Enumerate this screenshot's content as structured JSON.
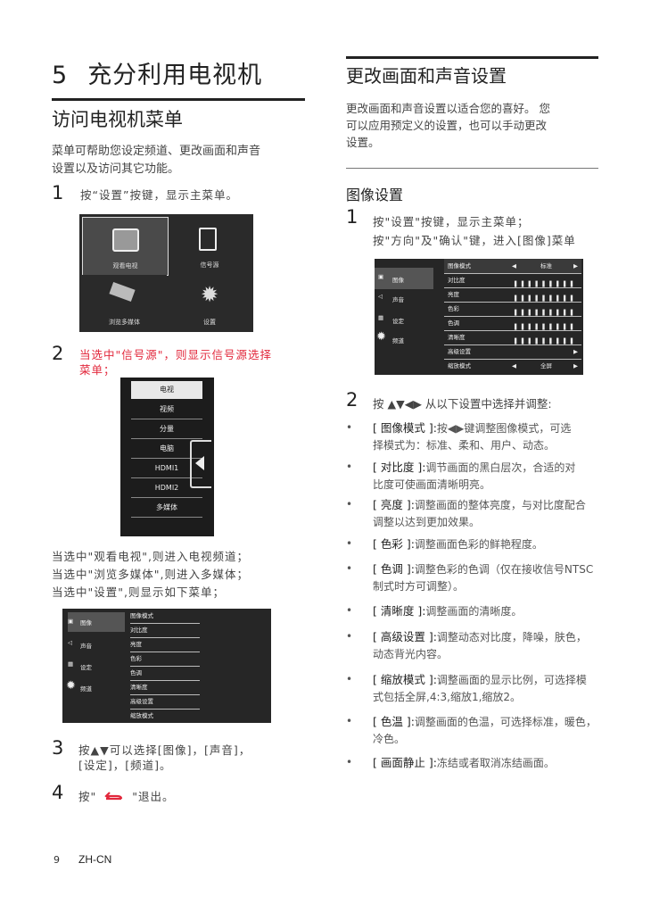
{
  "left": {
    "chapter_number": "5",
    "chapter_title": "充分利用电视机",
    "section_title": "访问电视机菜单",
    "intro": [
      "菜单可帮助您设定频道、更改画面和声音",
      "设置以及访问其它功能。"
    ],
    "step1_num": "1",
    "step1_text": "按“设置”按键，显示主菜单。",
    "home_tiles": [
      "观看电视",
      "信号源",
      "浏览多媒体",
      "设置"
    ],
    "step2_num": "2",
    "step2_lines": [
      "当选中\"信号源\"，则显示信号源选择",
      "菜单；"
    ],
    "source_items": [
      "电视",
      "视频",
      "分量",
      "电脑",
      "HDMI1",
      "HDMI2",
      "多媒体"
    ],
    "select_lines": [
      "当选中\"观看电视\",则进入电视频道；",
      "当选中\"浏览多媒体\",则进入多媒体；",
      "当选中\"设置\",则显示如下菜单；"
    ],
    "settings_menu_left": [
      "图像",
      "声音",
      "设定",
      "频道"
    ],
    "settings_menu_right": [
      "图像模式",
      "对比度",
      "亮度",
      "色彩",
      "色调",
      "清晰度",
      "高级设置",
      "缩放模式"
    ],
    "step3_num": "3",
    "step3_lines": [
      "按▲▼可以选择[图像]，[声音]，",
      "[设定]，[频道]。"
    ],
    "step4_num": "4",
    "step4_prefix": "按\"",
    "step4_suffix": "\"退出。"
  },
  "right": {
    "title": "更改画面和声音设置",
    "intro": [
      "更改画面和声音设置以适合您的喜好。 您",
      "可以应用预定义的设置，也可以手动更改",
      "设置。"
    ],
    "subsection": "图像设置",
    "step1_num": "1",
    "step1_lines": [
      "按\"设置\"按键，显示主菜单；",
      "按\"方向\"及\"确认\"键，进入[图像]菜单"
    ],
    "menu_left": [
      "图像",
      "声音",
      "设定",
      "频道"
    ],
    "menu_rows": [
      {
        "label": "图像模式",
        "value": "标准"
      },
      {
        "label": "对比度",
        "value": "❚❚❚❚❚❚❚❚❚"
      },
      {
        "label": "亮度",
        "value": "❚❚❚❚❚❚❚❚❚"
      },
      {
        "label": "色彩",
        "value": "❚❚❚❚❚❚❚❚❚"
      },
      {
        "label": "色调",
        "value": "❚❚❚❚❚❚❚❚❚"
      },
      {
        "label": "清晰度",
        "value": "❚❚❚❚❚❚❚❚❚"
      },
      {
        "label": "高级设置",
        "value": ""
      },
      {
        "label": "缩放模式",
        "value": "全屏"
      }
    ],
    "step2_num": "2",
    "step2_text": "按 ▲▼◀▶ 从以下设置中选择并调整:",
    "bullets": [
      {
        "kw": "[ 图像模式 ]:",
        "lines": [
          "按◀▶键调整图像模式，可选",
          "择模式为：标准、柔和、用户、动态。"
        ]
      },
      {
        "kw": "[ 对比度 ]:",
        "lines": [
          "调节画面的黑白层次，合适的对",
          "比度可使画面清晰明亮。"
        ]
      },
      {
        "kw": "[ 亮度 ]:",
        "lines": [
          "调整画面的整体亮度，与对比度配合",
          "调整以达到更加效果。"
        ]
      },
      {
        "kw": "[ 色彩 ]:",
        "lines": [
          "调整画面色彩的鲜艳程度。"
        ]
      },
      {
        "kw": "[ 色调 ]:",
        "lines": [
          "调整色彩的色调（仅在接收信号NTSC",
          "制式时方可调整）。"
        ]
      },
      {
        "kw": "[ 清晰度 ]:",
        "lines": [
          "调整画面的清晰度。"
        ]
      },
      {
        "kw": "[ 高级设置 ]:",
        "lines": [
          "调整动态对比度，降噪，肤色，",
          "动态背光内容。"
        ]
      },
      {
        "kw": "[ 缩放模式 ]:",
        "lines": [
          "调整画面的显示比例，可选择模",
          "式包括全屏,4:3,缩放1,缩放2。"
        ]
      },
      {
        "kw": "[ 色温 ]:",
        "lines": [
          "调整画面的色温，可选择标准，暖色，",
          "冷色。"
        ]
      },
      {
        "kw": "[ 画面静止 ]:",
        "lines": [
          "冻结或者取消冻结画面。"
        ]
      }
    ]
  },
  "footer": {
    "page": "9",
    "lang": "ZH-CN"
  },
  "colors": {
    "accent_red": "#e2283c",
    "text": "#333333"
  }
}
